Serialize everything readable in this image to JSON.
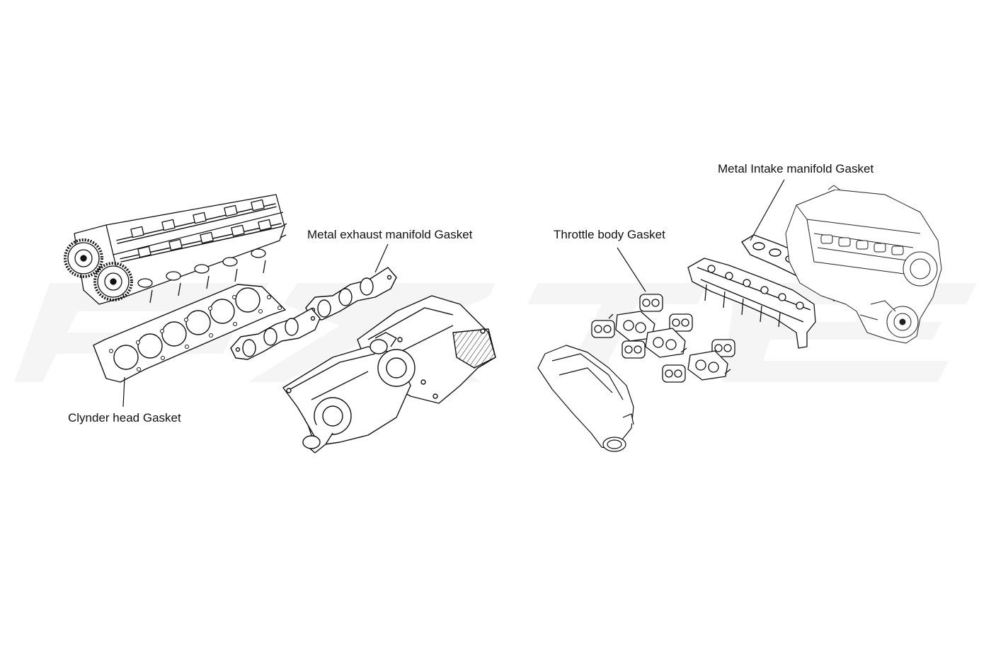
{
  "labels": {
    "cylinder_head_gasket": "Clynder head Gasket",
    "exhaust_manifold_gasket": "Metal exhaust manifold Gasket",
    "throttle_body_gasket": "Throttle body Gasket",
    "intake_manifold_gasket": "Metal Intake manifold Gasket"
  },
  "colors": {
    "ink": "#111111",
    "watermark": "#f6f6f6",
    "background": "#ffffff"
  }
}
